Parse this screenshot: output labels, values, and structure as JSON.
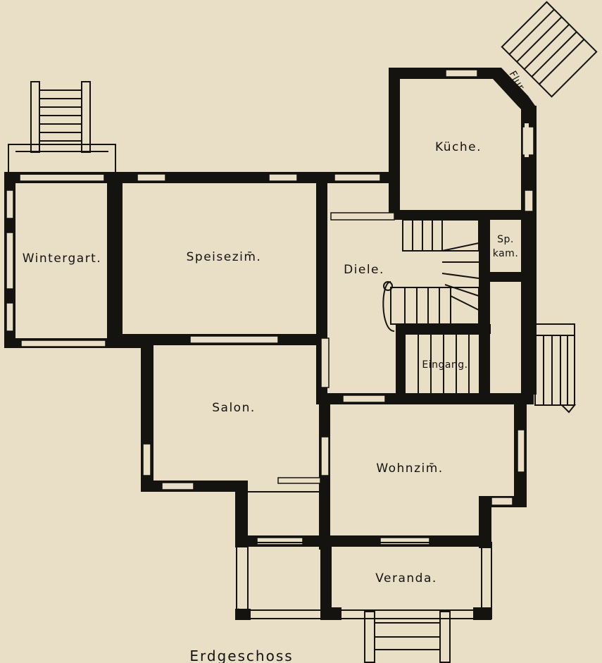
{
  "plan": {
    "caption": "Erdgeschoss",
    "rooms": {
      "wintergarten": "Wintergart.",
      "speisezimmer": "Speisezim̄.",
      "kueche": "Küche.",
      "flur": "Flur.",
      "speisekammer_line1": "Sp.",
      "speisekammer_line2": "kam.",
      "diele": "Diele.",
      "eingang": "Eingang.",
      "salon": "Salon.",
      "wohnzimmer": "Wohnzim̄.",
      "veranda": "Veranda."
    },
    "colors": {
      "paper": "#e9dfc6",
      "ink": "#151310"
    }
  }
}
